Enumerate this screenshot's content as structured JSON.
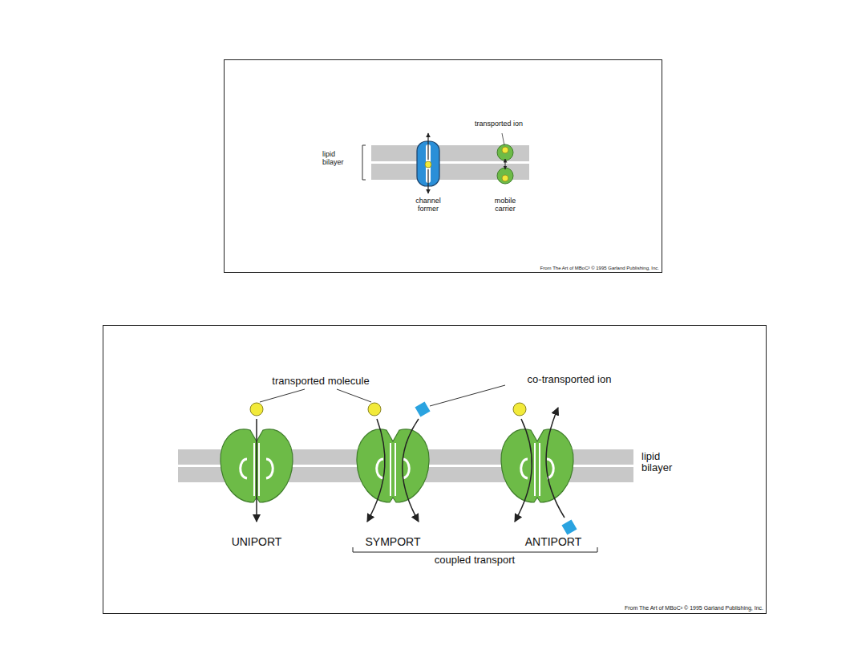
{
  "diagram": {
    "labels": [
      "transported ion",
      "lipid bilayer",
      "channel former",
      "mobile carrier",
      "From The Art of MBoC³ © 1995 Garland Publishing, Inc.",
      "transported molecule",
      "co-transported ion",
      "lipid bilayer",
      "UNIPORT",
      "SYMPORT",
      "ANTIPORT",
      "coupled transport",
      "From The Art of MBoC³ © 1995 Garland Publishing, Inc."
    ]
  }
}
